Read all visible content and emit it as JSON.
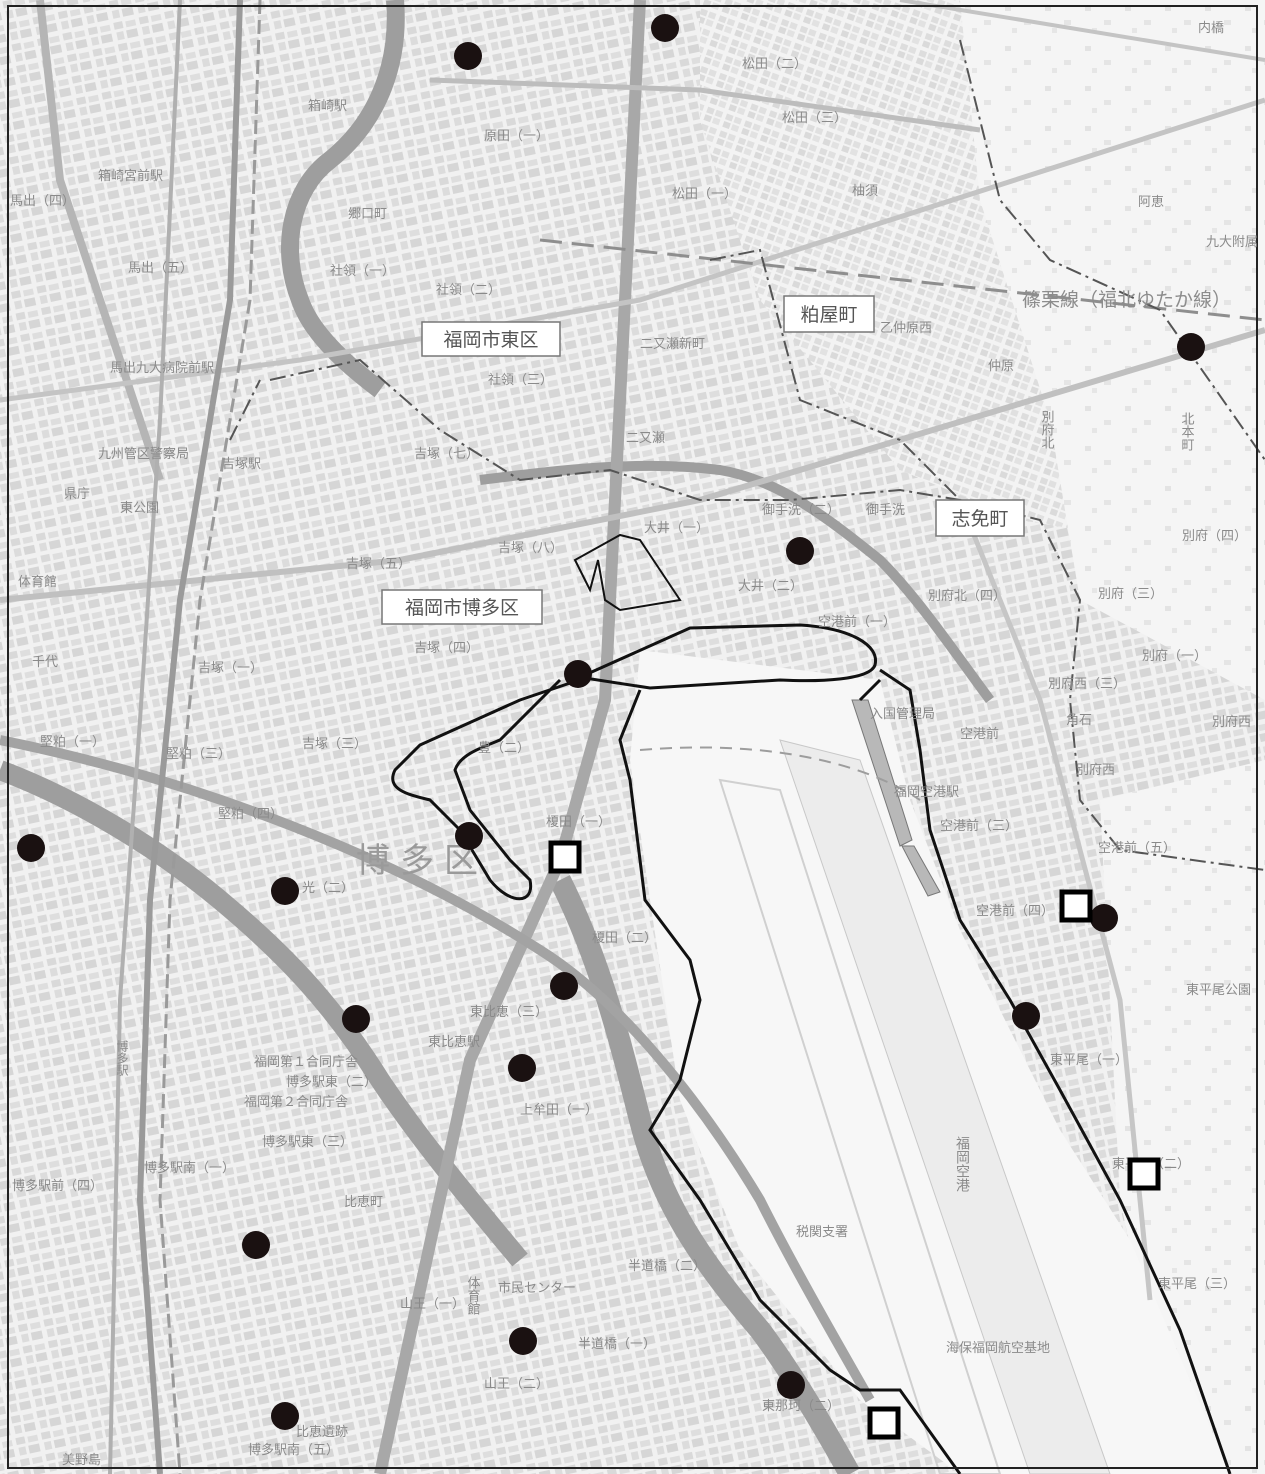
{
  "map": {
    "area_labels": {
      "higashi_ku": "福岡市東区",
      "hakata_ku": "福岡市博多区",
      "kasuya": "粕屋町",
      "shime": "志免町"
    },
    "ward_label": "博多区",
    "line_label": "篠栗線（福北ゆたか線）",
    "place_labels": {
      "hakozaki_station": "箱崎駅",
      "hakozaki_miyamae_station": "箱崎宮前駅",
      "matsuda_2": "松田（二）",
      "matsuda_3": "松田（三）",
      "matsuda_1": "松田（一）",
      "harada_1": "原田（一）",
      "kashiwara": "柚須",
      "ahei": "阿恵",
      "uchibashi": "内橋",
      "kyudai": "九大附属",
      "maide_4": "馬出（四）",
      "maide_5": "馬出（五）",
      "goko_machi": "郷口町",
      "shaaryo_1": "社領（一）",
      "shaaryo_2": "社領（二）",
      "shaaryo_3": "社領（三）",
      "futamata_shinmachi": "二又瀬新町",
      "futamata": "二又瀬",
      "maide_kyudai_station": "馬出九大病院前駅",
      "kyushu_police": "九州管区警察局",
      "yoshizuka_station": "吉塚駅",
      "yoshizuka_7": "吉塚（七）",
      "yoshizuka_5": "吉塚（五）",
      "yoshizuka_8": "吉塚（八）",
      "yoshizuka_4": "吉塚（四）",
      "yoshizuka_3": "吉塚（三）",
      "yoshizuka_1": "吉塚（一）",
      "kencho": "県庁",
      "higashi_koen": "東公園",
      "taiikukan": "体育館",
      "chiyo": "千代",
      "katakasu_1": "堅粕（一）",
      "katakasu_3": "堅粕（三）",
      "katakasu_4": "堅粕（四）",
      "oi_1": "大井（一）",
      "oi_2": "大井（二）",
      "mitarai_2": "御手洗（二）",
      "mitarai": "御手洗",
      "otsunakabaru_nishi": "乙仲原西",
      "nakabaru": "仲原",
      "beppu_kita_4": "別府北（四）",
      "beppu_3": "別府（三）",
      "beppu_4": "別府（四）",
      "beppu_1": "別府（一）",
      "beppu_nishi_3": "別府西（三）",
      "beppu_nishi": "別府西",
      "kadoishi": "角石",
      "kuko_mae": "空港前",
      "kuko_mae_1": "空港前（一）",
      "kuko_mae_3": "空港前（三）",
      "kuko_mae_4": "空港前（四）",
      "kuko_mae_5": "空港前（五）",
      "immigration": "入国管理局",
      "fukuoka_kuko_station": "福岡空港駅",
      "fukuoka_kuko": "福岡空港",
      "yutaka_2": "豊（二）",
      "hikari_2": "光（二）",
      "sakurada_1": "榎田（一）",
      "sakurada_2": "榎田（二）",
      "higashi_hie_3": "東比恵（三）",
      "higashi_hie_station": "東比恵駅",
      "gov_bldg_1": "福岡第１合同庁舎",
      "gov_bldg_2": "福岡第２合同庁舎",
      "hakata_eki_higashi_2": "博多駅東（二）",
      "hakata_eki_higashi_3": "博多駅東（三）",
      "hakata_eki_minami_1": "博多駅南（一）",
      "hakata_eki_mae_4": "博多駅前（四）",
      "hakata_eki_minami_5": "博多駅南（五）",
      "hakata_station": "博多駅",
      "kami_mutata": "上牟田（一）",
      "hie_machi": "比恵町",
      "zeikan": "税関支署",
      "hando_bashi_2": "半道橋（二）",
      "hando_bashi_1": "半道橋（一）",
      "shimin_center": "市民センター",
      "sanno_1": "山王（一）",
      "sanno_2": "山王（二）",
      "taiikukan_2": "体育館",
      "hie_iseki": "比恵遺跡",
      "higashi_naka_2": "東那珂（二）",
      "higashi_hirao_1": "東平尾（一）",
      "higashi_hirao_2": "東平尾（二）",
      "higashi_hirao_3": "東平尾（三）",
      "higashi_hirao_koen": "東平尾公園",
      "kaiho": "海保福岡航空基地",
      "minoshima": "美野島",
      "kita_honmachi": "北本町",
      "betsufu_kita": "別府北"
    }
  }
}
